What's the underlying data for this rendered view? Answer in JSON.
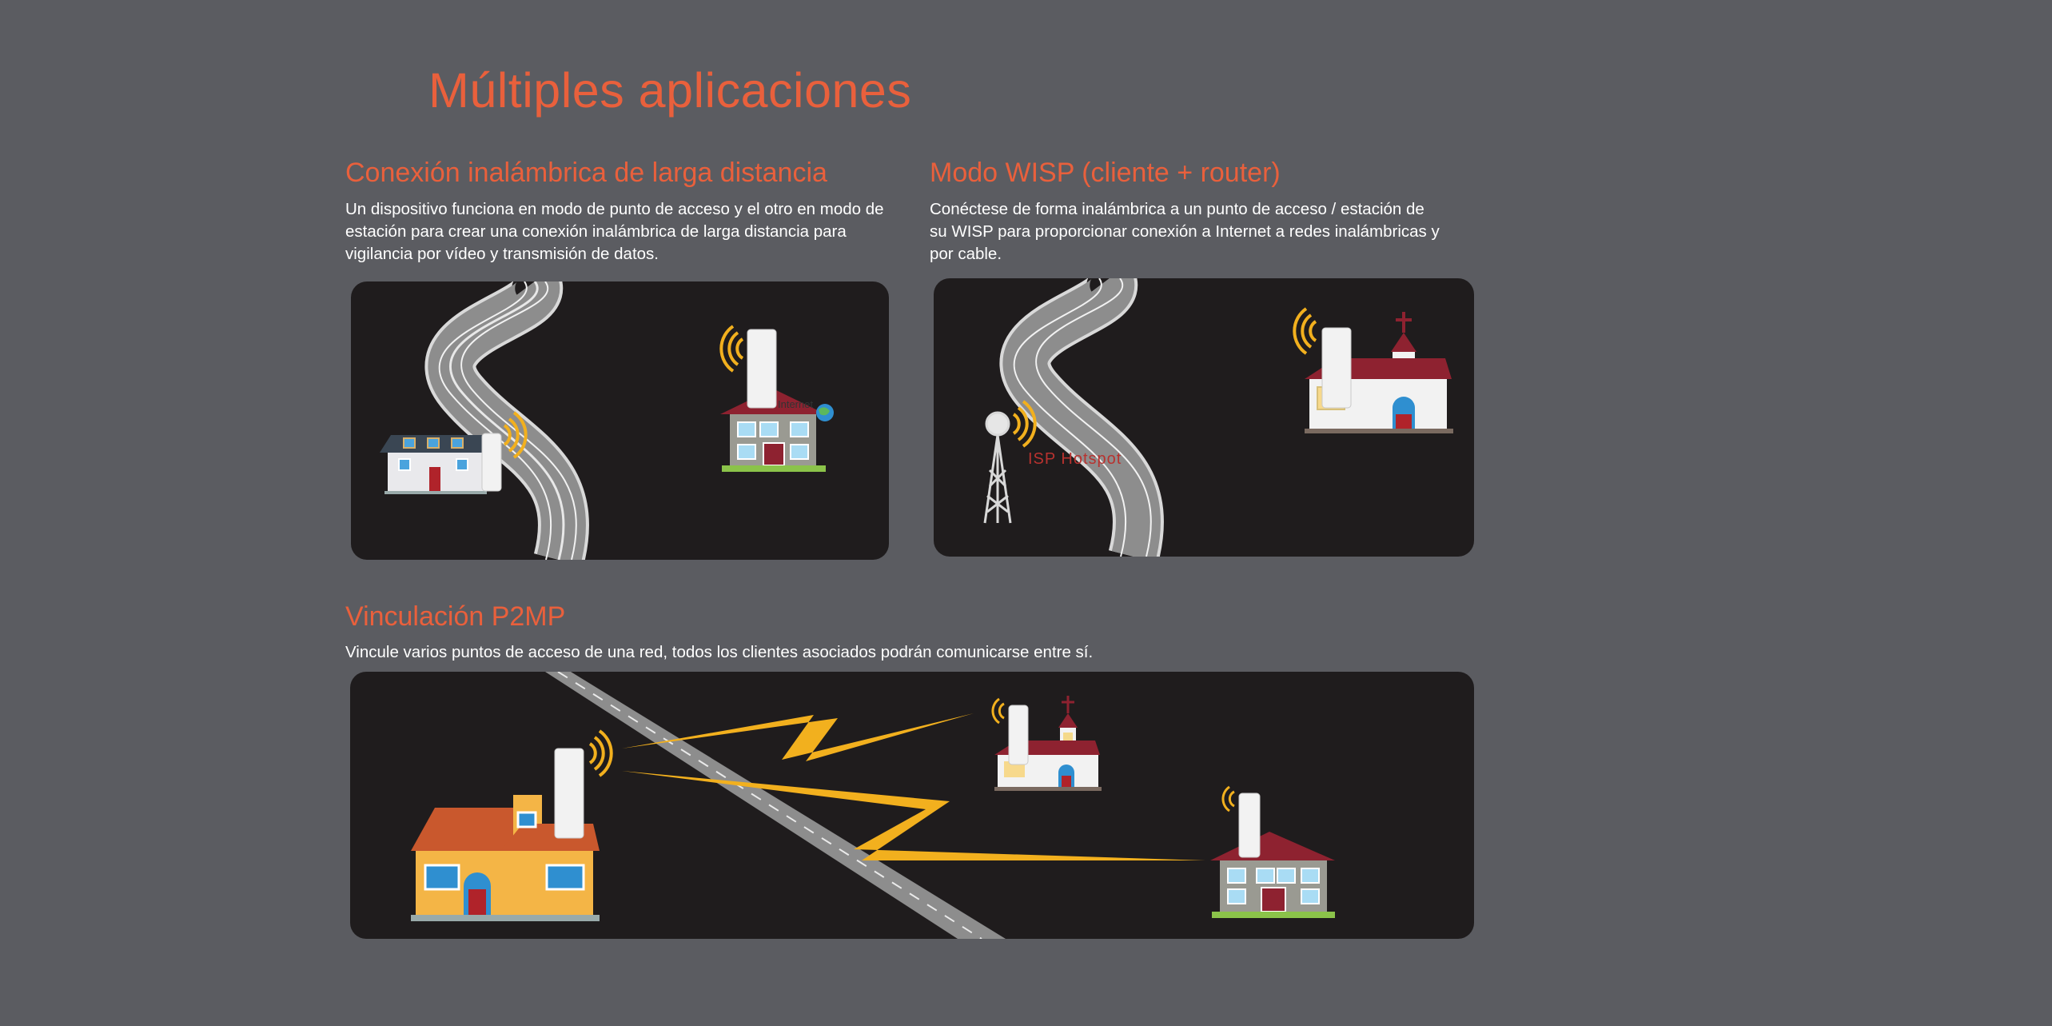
{
  "page": {
    "title": "Múltiples aplicaciones"
  },
  "sections": [
    {
      "title": "Conexión inalámbrica de larga distancia",
      "description": "Un dispositivo funciona en modo de punto de acceso y el otro en modo de estación para crear una conexión inalámbrica de larga distancia para vigilancia por vídeo y transmisión de datos.",
      "illustration_labels": {
        "internet": "Internet"
      }
    },
    {
      "title": "Modo WISP (cliente + router)",
      "description": "Conéctese de forma inalámbrica a un punto de acceso / estación de su WISP para proporcionar conexión a Internet a redes inalámbricas y por cable.",
      "illustration_labels": {
        "hotspot": "ISP Hotspot"
      }
    },
    {
      "title": "Vinculación P2MP",
      "description": "Vincule varios puntos de acceso de una red, todos los clientes asociados podrán comunicarse entre sí."
    }
  ],
  "colors": {
    "background": "#5b5c61",
    "accent": "#e9603c",
    "panel": "#1f1c1d",
    "signal": "#f2b01e",
    "road": "#8d8d8d"
  },
  "icons": [
    "house-icon",
    "church-icon",
    "access-point-icon",
    "signal-waves-icon",
    "tower-icon",
    "globe-icon",
    "road-icon",
    "lightning-link-icon"
  ]
}
